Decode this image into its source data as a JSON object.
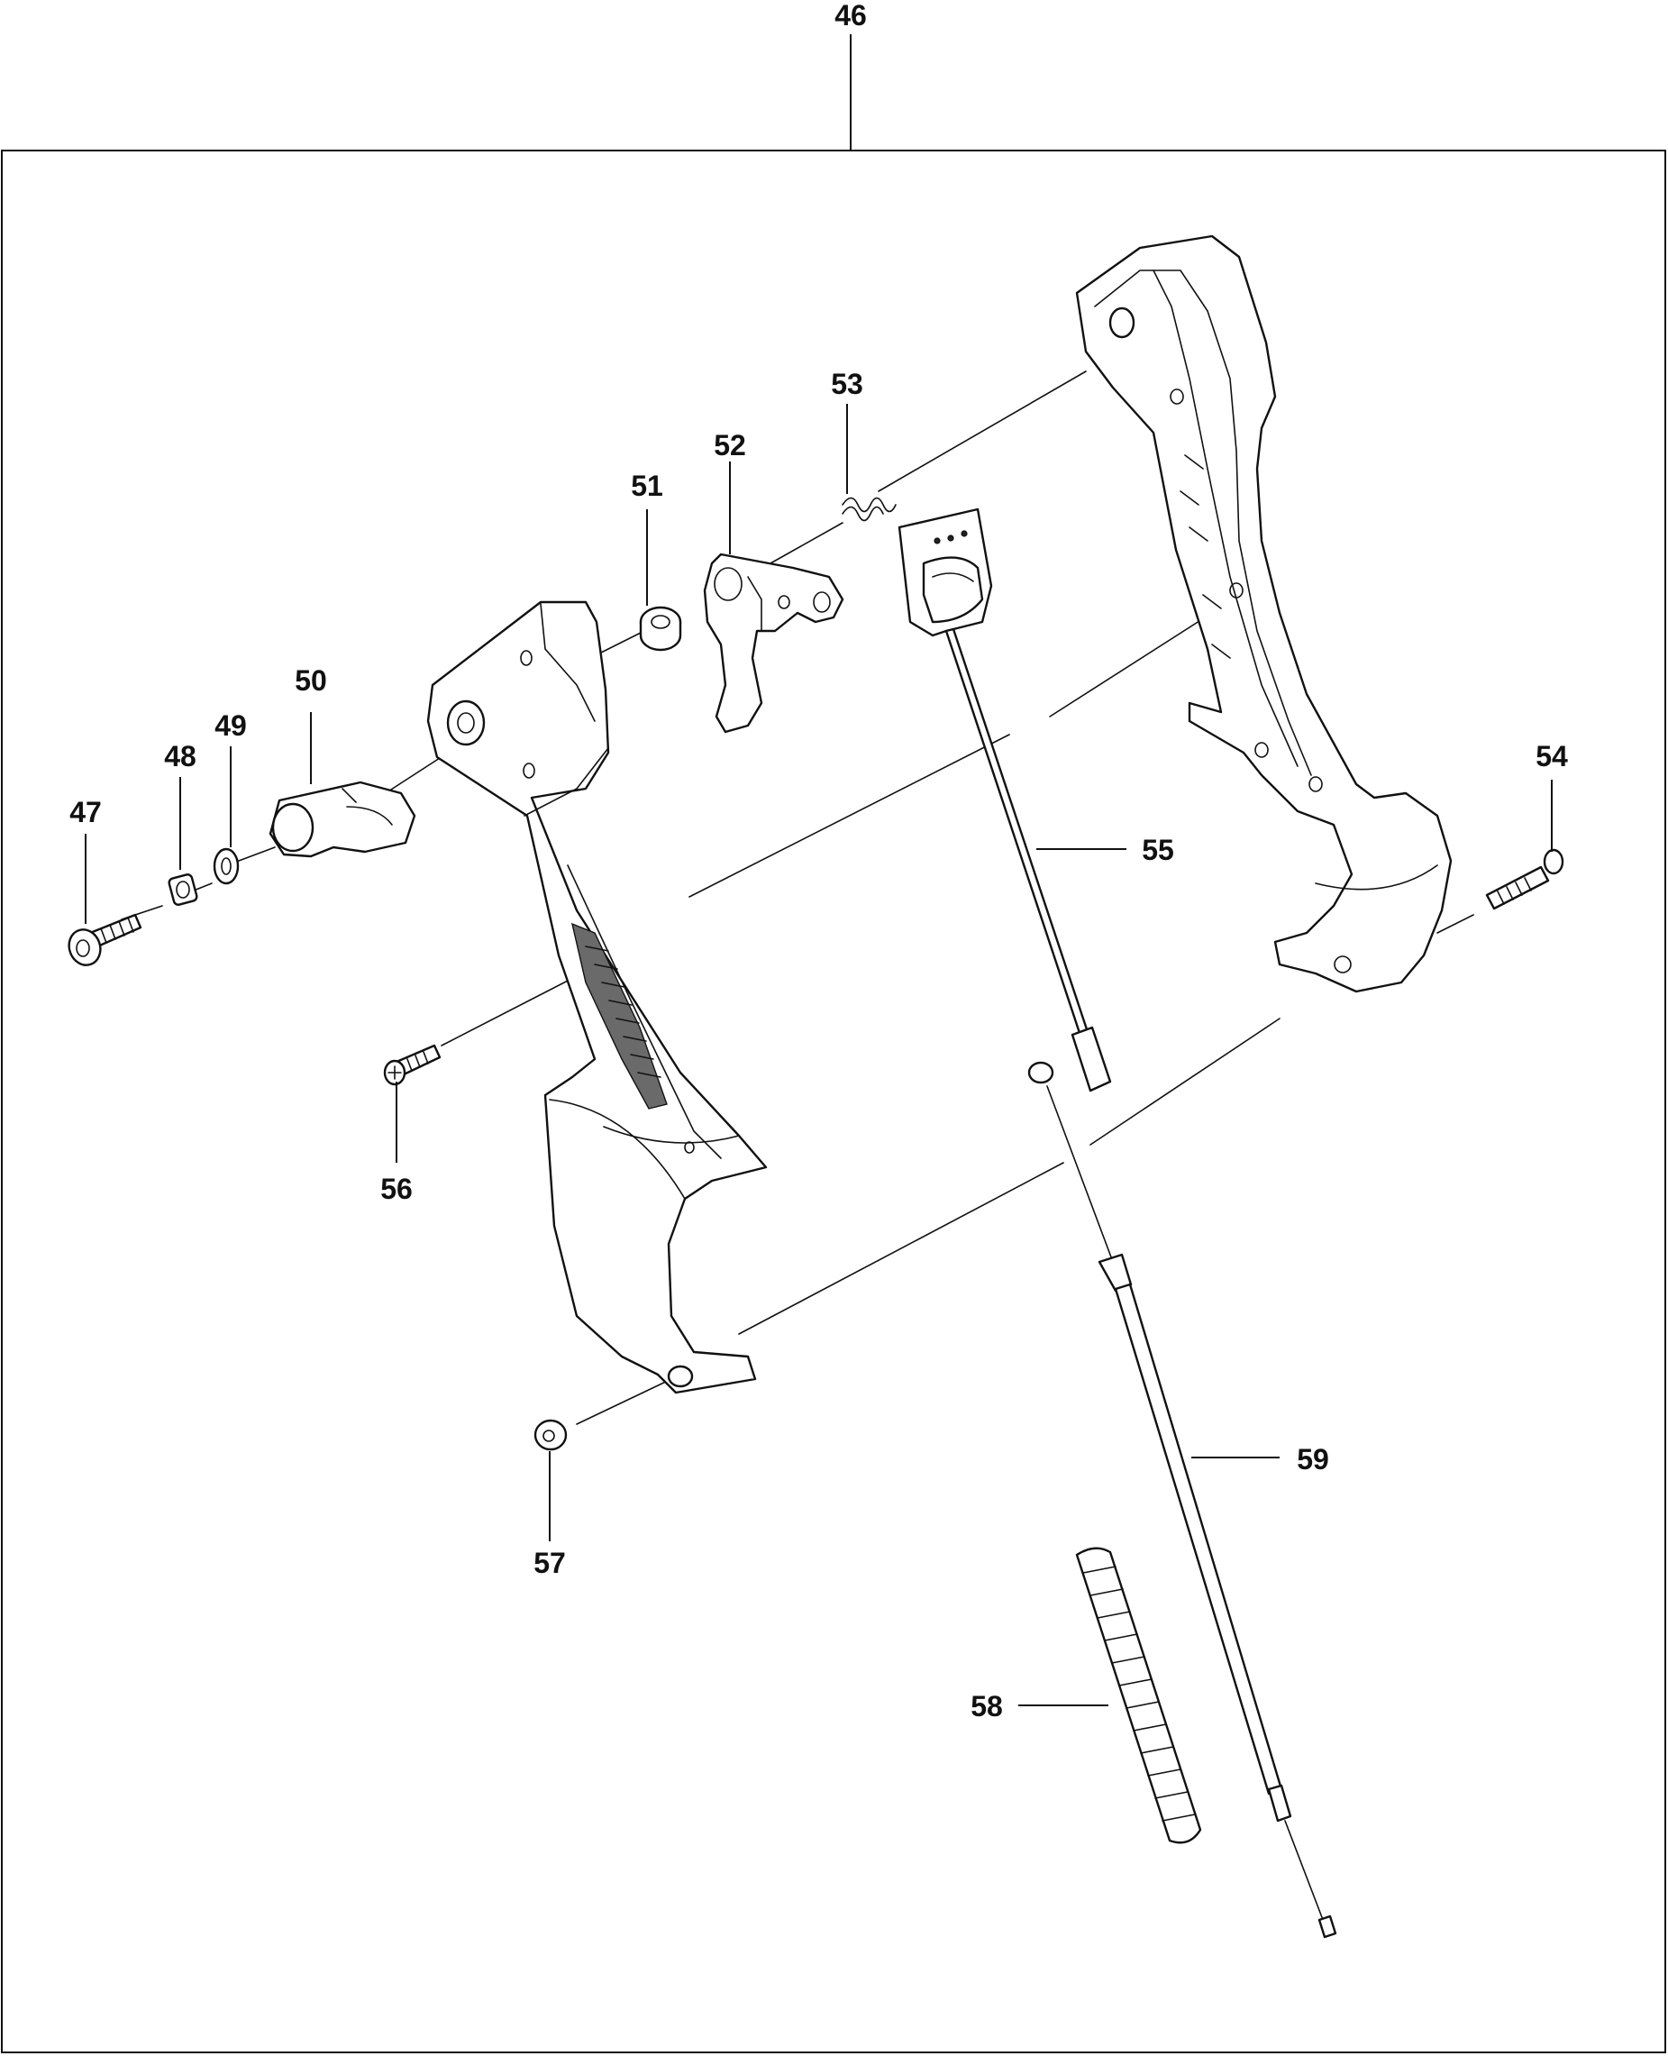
{
  "parts": [
    {
      "id": "46",
      "name": "handle-assembly"
    },
    {
      "id": "47",
      "name": "socket-head-bolt"
    },
    {
      "id": "48",
      "name": "square-nut"
    },
    {
      "id": "49",
      "name": "washer"
    },
    {
      "id": "50",
      "name": "clamp-knob"
    },
    {
      "id": "51",
      "name": "collar"
    },
    {
      "id": "52",
      "name": "throttle-trigger"
    },
    {
      "id": "53",
      "name": "spring"
    },
    {
      "id": "54",
      "name": "screw-right"
    },
    {
      "id": "55",
      "name": "stop-switch"
    },
    {
      "id": "56",
      "name": "screw-left"
    },
    {
      "id": "57",
      "name": "nut"
    },
    {
      "id": "58",
      "name": "spiral-tube"
    },
    {
      "id": "59",
      "name": "throttle-cable"
    }
  ]
}
